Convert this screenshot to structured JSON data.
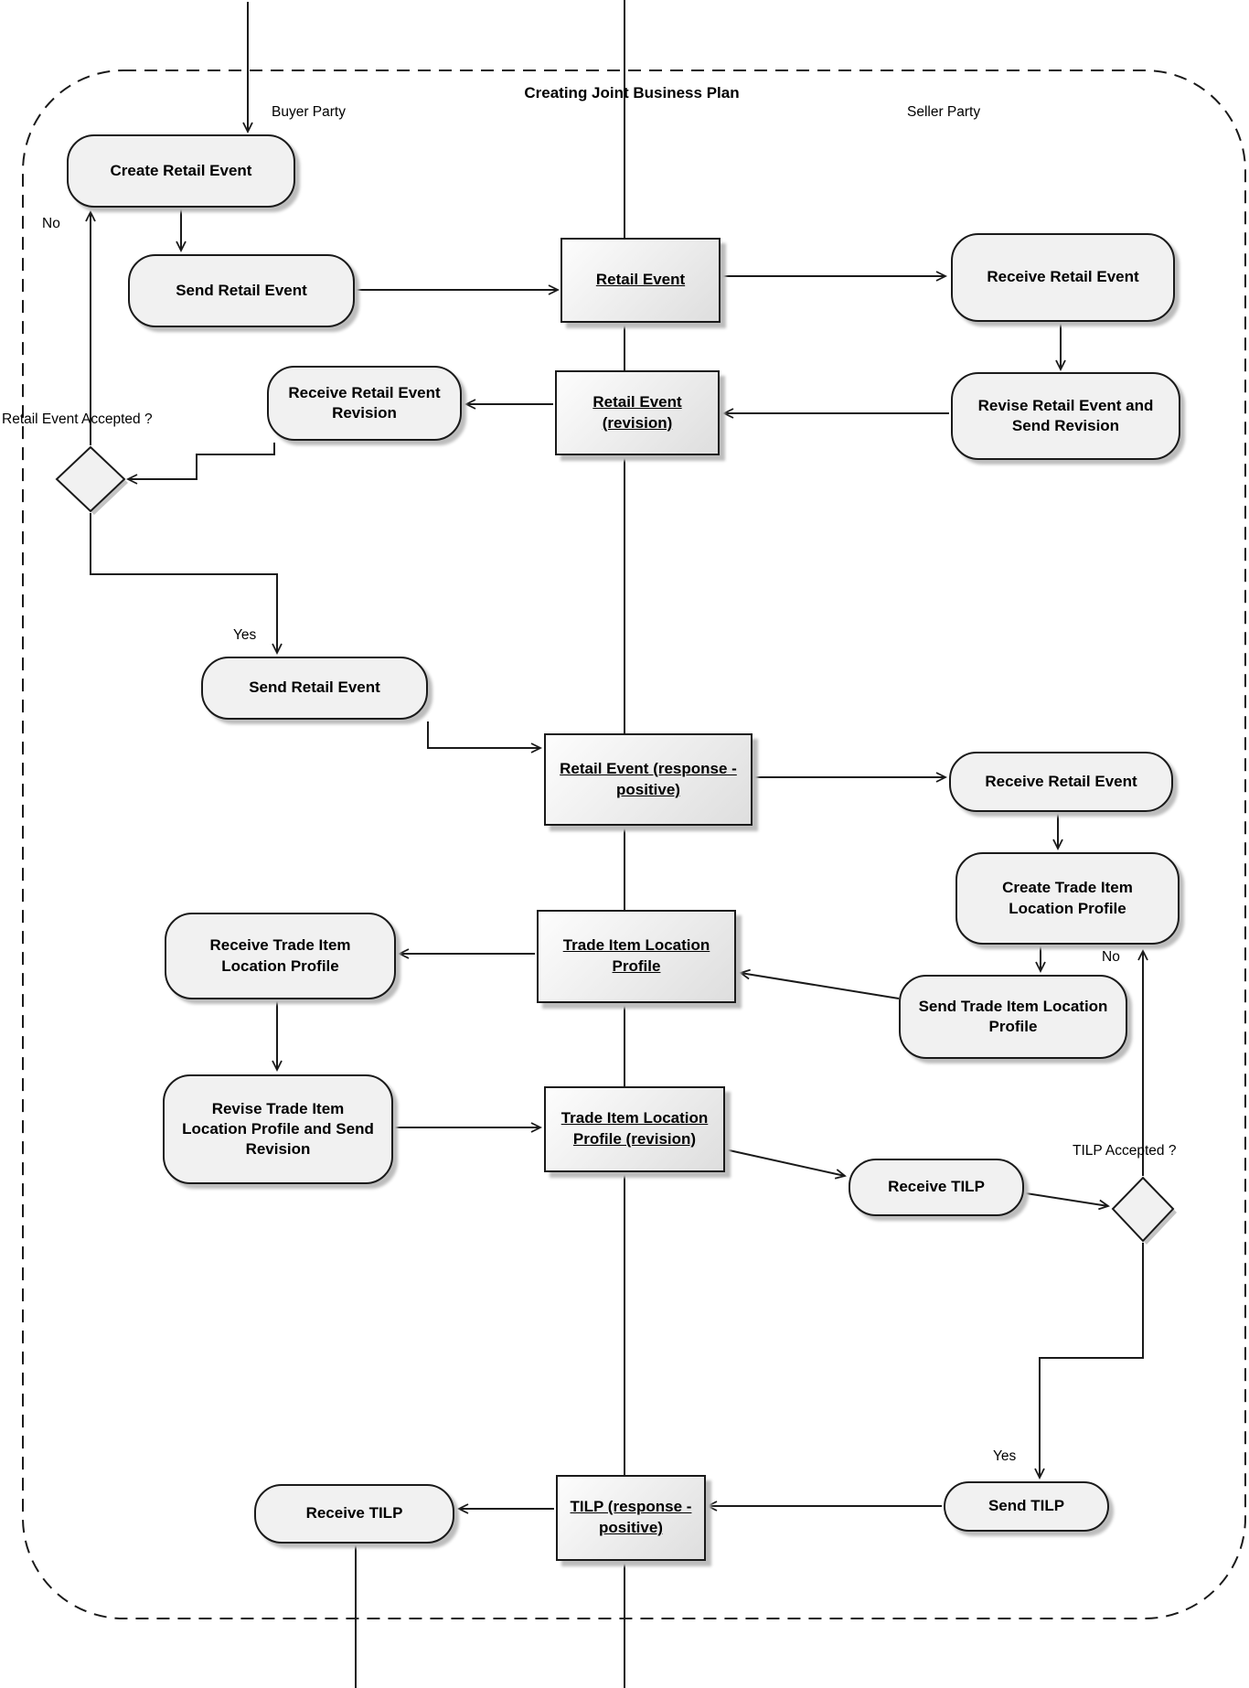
{
  "frame": {
    "title": "Creating Joint Business Plan"
  },
  "lanes": {
    "buyer": "Buyer Party",
    "seller": "Seller Party"
  },
  "decisions": {
    "retail_event": {
      "question": "Retail Event Accepted ?",
      "no": "No",
      "yes": "Yes"
    },
    "tilp": {
      "question": "TILP Accepted ?",
      "no": "No",
      "yes": "Yes"
    }
  },
  "activities": {
    "create_retail_event": "Create Retail Event",
    "send_retail_event_1": "Send Retail Event",
    "receive_retail_event_1": "Receive Retail Event",
    "revise_retail_event": "Revise Retail Event and\nSend Revision",
    "receive_retail_event_revision": "Receive Retail Event\nRevision",
    "send_retail_event_2": "Send Retail Event",
    "receive_retail_event_2": "Receive Retail Event",
    "create_tilp": "Create Trade Item\nLocation Profile",
    "send_tilp_profile": "Send Trade Item Location\nProfile",
    "receive_tilp_profile": "Receive Trade Item\nLocation Profile",
    "revise_tilp": "Revise Trade Item\nLocation Profile and Send\nRevision",
    "receive_tilp_1": "Receive TILP",
    "send_tilp": "Send TILP",
    "receive_tilp_2": "Receive TILP"
  },
  "objects": {
    "retail_event": "Retail Event",
    "retail_event_revision": "Retail Event\n(revision)",
    "retail_event_response": "Retail Event (response -\npositive)",
    "tilp_profile": "Trade Item Location\nProfile",
    "tilp_revision": "Trade Item Location\nProfile (revision)",
    "tilp_response": "TILP (response -\npositive)"
  }
}
